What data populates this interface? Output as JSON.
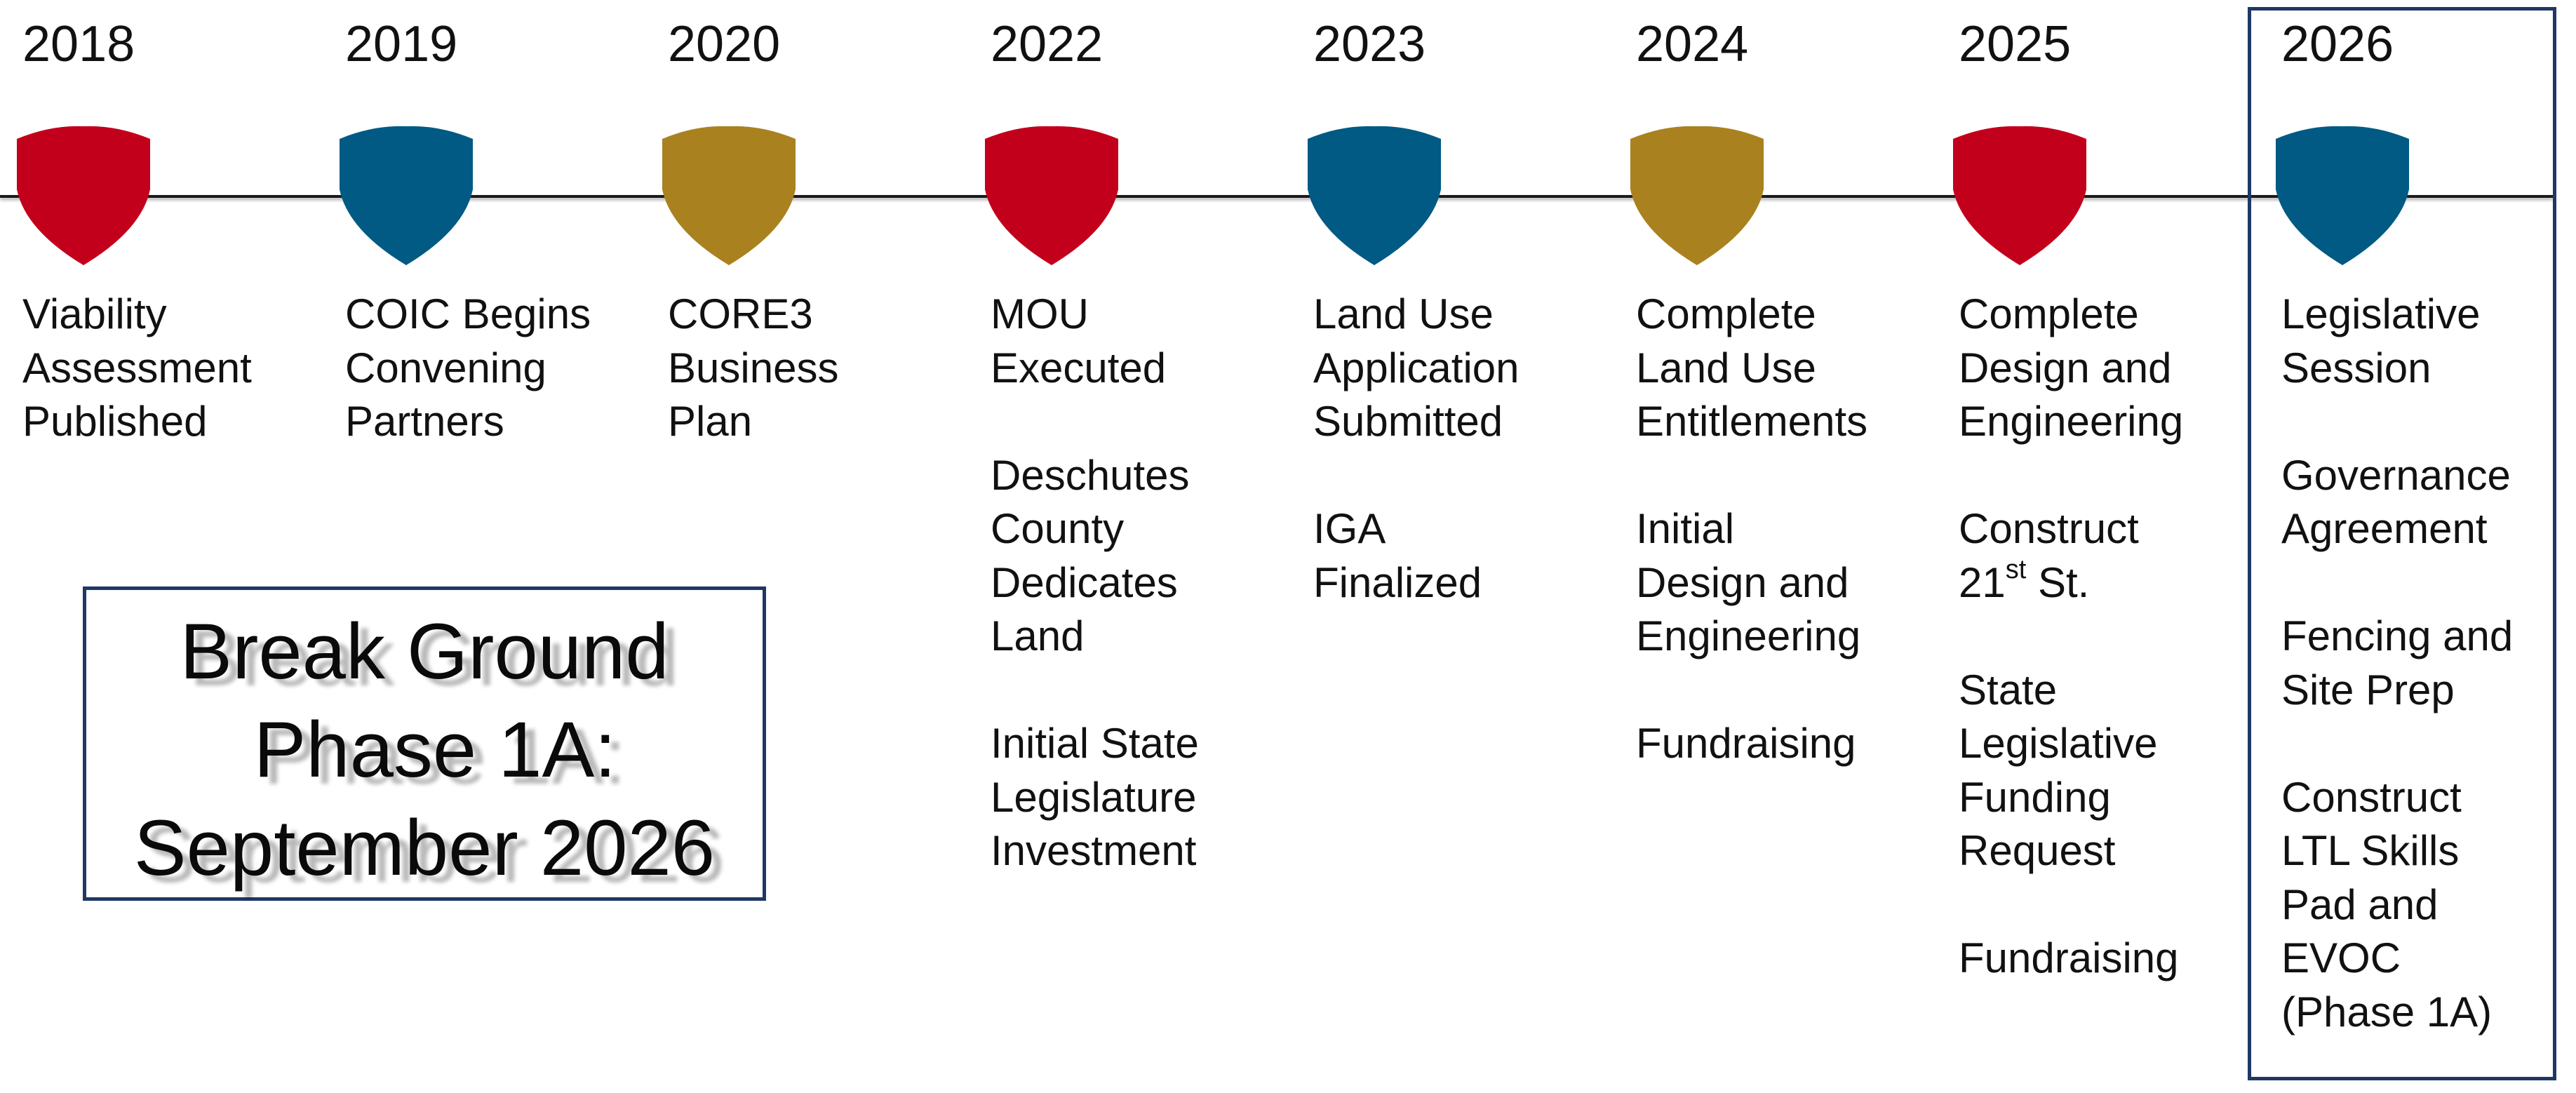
{
  "colors": {
    "red": "#C3001C",
    "blue": "#005A84",
    "gold": "#A9811F",
    "box_border": "#1F3864",
    "line": "#1A1A1A"
  },
  "milestones": [
    {
      "year": "2018",
      "color": "red",
      "items": [
        "Viability\nAssessment\nPublished"
      ]
    },
    {
      "year": "2019",
      "color": "blue",
      "items": [
        "COIC Begins\nConvening\nPartners"
      ]
    },
    {
      "year": "2020",
      "color": "gold",
      "items": [
        "CORE3\nBusiness\nPlan"
      ]
    },
    {
      "year": "2022",
      "color": "red",
      "items": [
        "MOU\nExecuted",
        "Deschutes\nCounty\nDedicates\nLand",
        "Initial State\nLegislature\nInvestment"
      ]
    },
    {
      "year": "2023",
      "color": "blue",
      "items": [
        "Land Use\nApplication\nSubmitted",
        "IGA\nFinalized"
      ]
    },
    {
      "year": "2024",
      "color": "gold",
      "items": [
        "Complete\nLand Use\nEntitlements",
        "Initial\nDesign and\nEngineering",
        "Fundraising"
      ]
    },
    {
      "year": "2025",
      "color": "red",
      "items": [
        "Complete\nDesign and\nEngineering",
        "Construct\n21st St.",
        "State\nLegislative\nFunding\nRequest",
        "Fundraising"
      ]
    },
    {
      "year": "2026",
      "color": "blue",
      "highlighted": true,
      "items": [
        "Legislative\nSession",
        "Governance\nAgreement",
        "Fencing and\nSite Prep",
        "Construct\nLTL Skills\nPad and\nEVOC\n(Phase 1A)"
      ]
    }
  ],
  "callout": {
    "lines": [
      "Break Ground",
      "Phase 1A:",
      "September 2026"
    ]
  },
  "icons": {
    "milestone_marker": "shield-icon"
  }
}
